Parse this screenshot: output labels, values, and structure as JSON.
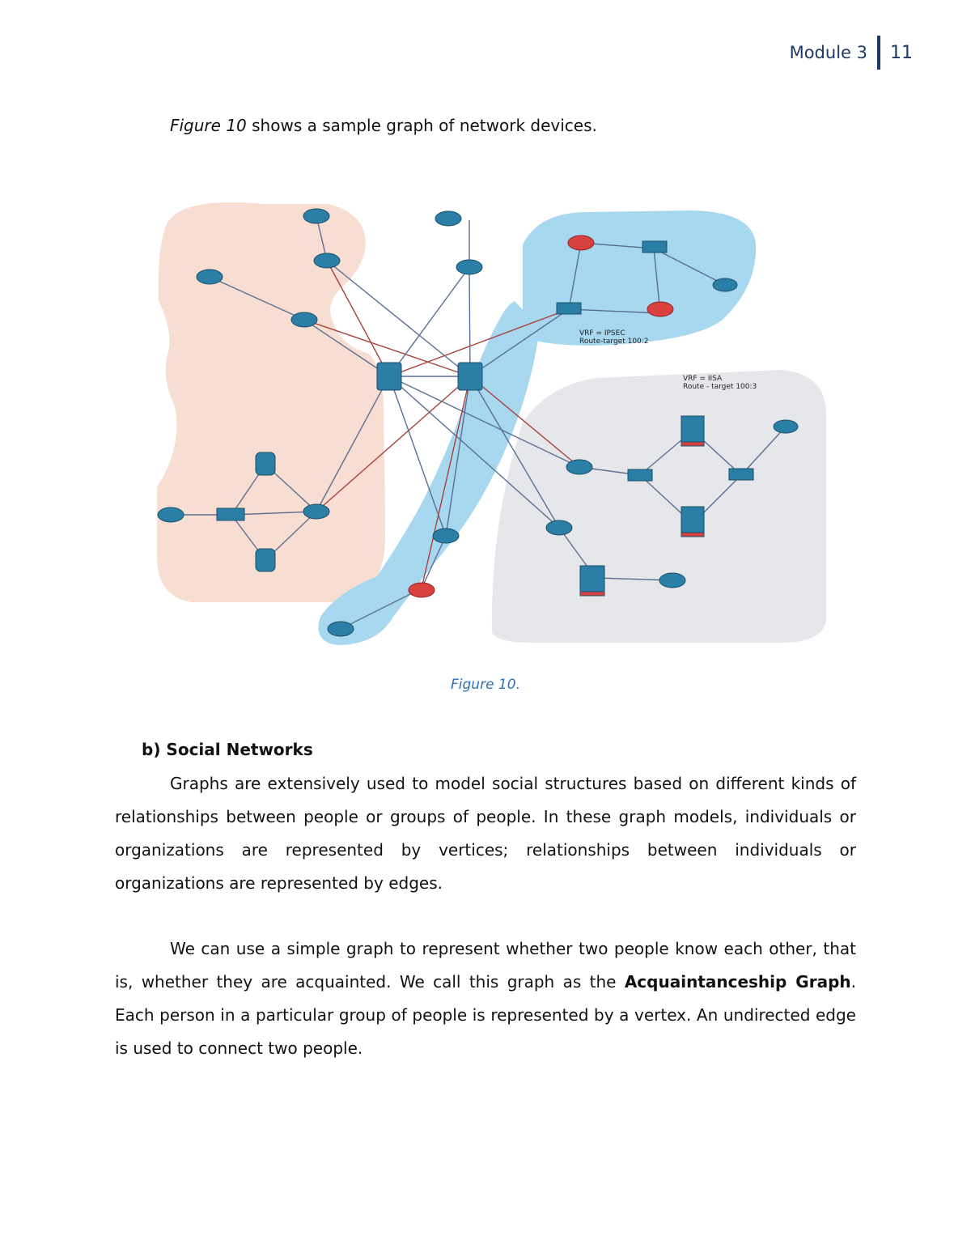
{
  "header": {
    "module": "Module 3",
    "page_number": "11"
  },
  "intro": {
    "figure_ref": "Figure 10",
    "rest": " shows a sample graph of network devices."
  },
  "figure": {
    "caption": "Figure 10.",
    "labels": {
      "vrf_ipsec": "VRF = IPSEC",
      "route_target_ipsec": "Route-target 100:2",
      "vrf_iisa": "VRF = IISA",
      "route_target_iisa": "Route - target 100:3"
    },
    "colors": {
      "zone_pink": "#f8ddd3",
      "zone_blue": "#a8d8ef",
      "zone_gray": "#e6e7ea",
      "device_blue": "#2b7fa6",
      "device_red": "#d9413f",
      "link_blue": "#5a6f92",
      "link_red": "#a8423c"
    }
  },
  "section": {
    "heading": "b)  Social Networks"
  },
  "para1": {
    "text": "Graphs are extensively used to model social structures based on different kinds of relationships between people or groups of people. In these graph models, individuals or organizations are represented by vertices; relationships between individuals or organizations are represented by edges."
  },
  "para2": {
    "before": "We can use a simple graph to represent whether two people know each other, that is, whether they are acquainted. We call this graph as the ",
    "bold_term": "Acquaintanceship Graph",
    "after": ". Each person in a particular group of people is represented by a vertex. An undirected edge is used to connect two people."
  }
}
